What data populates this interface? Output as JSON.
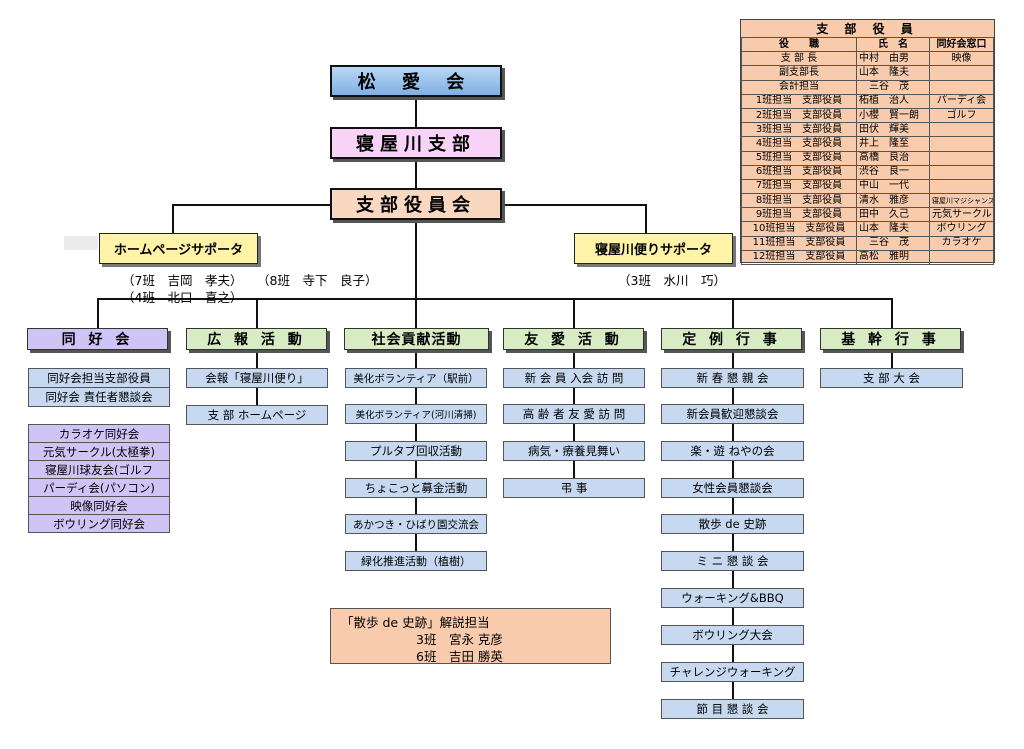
{
  "top": {
    "org": "松 愛 会",
    "branch": "寝屋川支部",
    "committee": "支部役員会"
  },
  "supporters": {
    "homepage": {
      "label": "ホームページサポータ",
      "members": [
        "（7班　吉岡　孝夫）",
        "（8班　寺下　良子）",
        "（4班　北口　喜之）"
      ]
    },
    "newsletter": {
      "label": "寝屋川便りサポータ",
      "members": [
        "（3班　水川　巧）"
      ]
    }
  },
  "departments": [
    {
      "title": "同 好 会",
      "color": "#cfc4f6",
      "items": [
        "同好会担当支部役員",
        "同好会 責任者懇談会"
      ],
      "clubs": [
        "カラオケ同好会",
        "元気サークル(太極拳)",
        "寝屋川球友会(ゴルフ",
        "パーディ会(パソコン)",
        "映像同好会",
        "ボウリング同好会"
      ]
    },
    {
      "title": "広 報 活 動",
      "color": "#d8ecc4",
      "items": [
        "会報「寝屋川便り」",
        "支 部 ホームページ"
      ]
    },
    {
      "title": "社会貢献活動",
      "color": "#d8ecc4",
      "items": [
        "美化ボランティア（駅前）",
        "美化ボランティア(河川清掃)",
        "プルタブ回収活動",
        "ちょこっと募金活動",
        "あかつき・ひばり園交流会",
        "緑化推進活動（植樹）"
      ]
    },
    {
      "title": "友 愛 活 動",
      "color": "#d8ecc4",
      "items": [
        "新 会 員 入会 訪 問",
        "高 齢 者 友 愛 訪 問",
        "病気・療養見舞い",
        "弔 事"
      ]
    },
    {
      "title": "定 例 行 事",
      "color": "#d8ecc4",
      "items": [
        "新 春 懇 親 会",
        "新会員歓迎懇談会",
        "楽・遊 ねやの会",
        "女性会員懇談会",
        "散歩 de 史跡",
        "ミ ニ 懇 談 会",
        "ウォーキング&BBQ",
        "ボウリング大会",
        "チャレンジウォーキング",
        "節 目 懇 談 会"
      ]
    },
    {
      "title": "基 幹 行 事",
      "color": "#d8ecc4",
      "items": [
        "支 部 大 会"
      ]
    }
  ],
  "note": {
    "title": "「散歩 de 史跡」解説担当",
    "lines": [
      "3班　宮永 克彦",
      "6班　吉田 勝英"
    ]
  },
  "officers": {
    "title": "支 部 役 員",
    "headers": [
      "役　　職",
      "氏　名",
      "同好会窓口"
    ],
    "rows": [
      [
        "支 部 長",
        "中村　由男",
        "映像"
      ],
      [
        "副支部長",
        "山本　隆夫",
        ""
      ],
      [
        "会計担当",
        "　三谷　茂",
        ""
      ],
      [
        "1班担当　支部役員",
        "柘植　治人",
        "パーディ会"
      ],
      [
        "2班担当　支部役員",
        "小櫻　賢一朗",
        "ゴルフ"
      ],
      [
        "3班担当　支部役員",
        "田伏　輝美",
        ""
      ],
      [
        "4班担当　支部役員",
        "井上　隆至",
        ""
      ],
      [
        "5班担当　支部役員",
        "高橋　良治",
        ""
      ],
      [
        "6班担当　支部役員",
        "渋谷　良一",
        ""
      ],
      [
        "7班担当　支部役員",
        "中山　一代",
        ""
      ],
      [
        "8班担当　支部役員",
        "清水　雅彦",
        "寝屋川マジシャンズ"
      ],
      [
        "9班担当　支部役員",
        "田中　久己",
        "元気サークル"
      ],
      [
        "10班担当　支部役員",
        "山本　隆夫",
        "ボウリング"
      ],
      [
        "11班担当　支部役員",
        "　三谷　茂",
        "カラオケ"
      ],
      [
        "12班担当　支部役員",
        "高松　雅明",
        ""
      ]
    ]
  }
}
